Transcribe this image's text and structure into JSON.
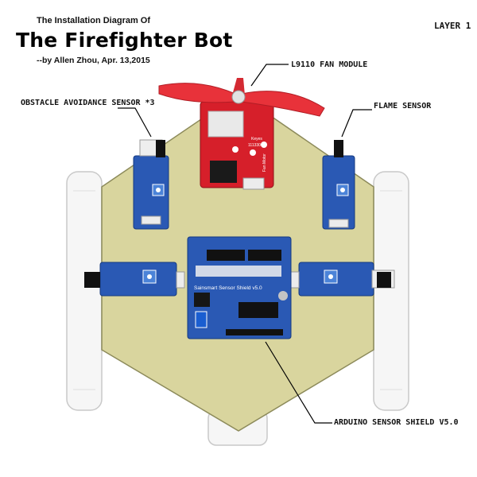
{
  "header": {
    "subtitle": "The Installation Diagram Of",
    "title": "The Firefighter Bot",
    "byline": "--by Allen Zhou, Apr. 13,2015",
    "layer": "LAYER 1"
  },
  "callouts": {
    "fan": "L9110 FAN MODULE",
    "obstacle": "OBSTACLE AVOIDANCE SENSOR *3",
    "flame": "FLAME SENSOR",
    "shield": "ARDUINO SENSOR SHIELD V5.0"
  },
  "board_text": {
    "shield_name": "Sainsmart Sensor Shield v5.0",
    "fan_brand": "Keyes",
    "fan_model": "111330",
    "fan_side": "Fan Motor"
  },
  "colors": {
    "chassis": "#d9d59e",
    "sensor_board": "#2a59b4",
    "fan_board": "#d61f2a",
    "propeller": "#e8323a",
    "wheel": "#f4f4f4"
  },
  "icons": [
    "propeller-icon",
    "ir-sensor-icon",
    "flame-sensor-icon",
    "arduino-shield-icon",
    "wheel-icon"
  ]
}
